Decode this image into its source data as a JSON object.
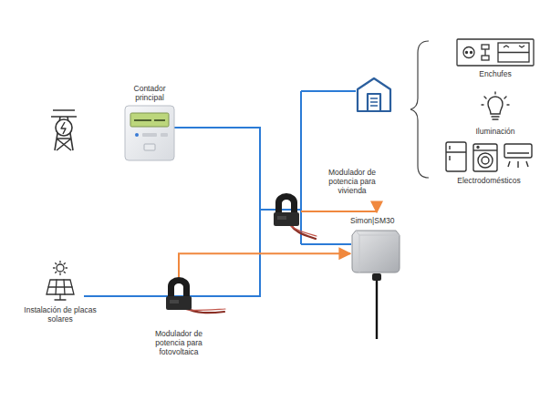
{
  "diagram": {
    "nodes": [
      {
        "text": [
          "Contador principal"
        ]
      },
      {
        "text": [
          "Enchufes"
        ]
      },
      {
        "text": [
          "Iluminación"
        ]
      },
      {
        "text": [
          "Electrodomésticos"
        ]
      },
      {
        "text": [
          "Modulador de potencia para vivienda"
        ]
      },
      {
        "text": [
          "Simon|SM30"
        ]
      },
      {
        "text": [
          "Instalación de placas solares"
        ]
      },
      {
        "text": [
          "Modulador de potencia para fotovoltaica"
        ]
      }
    ],
    "edges": [
      {
        "from": 4,
        "to": 5,
        "arrow": "to"
      },
      {
        "from": 7,
        "to": 5,
        "arrow": "to"
      }
    ]
  }
}
